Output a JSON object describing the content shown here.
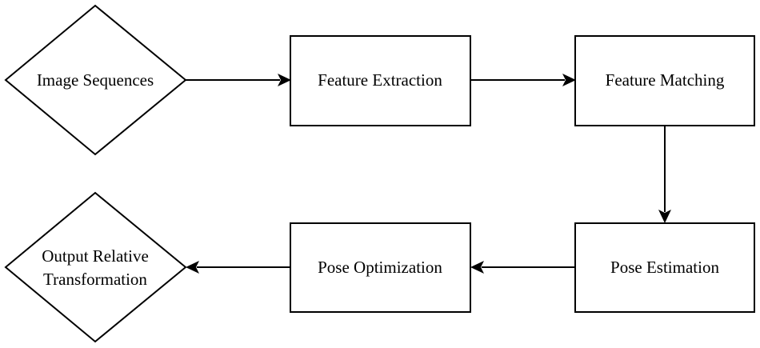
{
  "diagram": {
    "nodes": {
      "image_sequences": {
        "shape": "diamond",
        "label_lines": [
          "Image Sequences"
        ]
      },
      "feature_extraction": {
        "shape": "rectangle",
        "label_lines": [
          "Feature Extraction"
        ]
      },
      "feature_matching": {
        "shape": "rectangle",
        "label_lines": [
          "Feature Matching"
        ]
      },
      "pose_estimation": {
        "shape": "rectangle",
        "label_lines": [
          "Pose Estimation"
        ]
      },
      "pose_optimization": {
        "shape": "rectangle",
        "label_lines": [
          "Pose Optimization"
        ]
      },
      "output_relative_transformation": {
        "shape": "diamond",
        "label_lines": [
          "Output Relative",
          "Transformation"
        ]
      }
    },
    "edges": [
      {
        "from": "image_sequences",
        "to": "feature_extraction"
      },
      {
        "from": "feature_extraction",
        "to": "feature_matching"
      },
      {
        "from": "feature_matching",
        "to": "pose_estimation"
      },
      {
        "from": "pose_estimation",
        "to": "pose_optimization"
      },
      {
        "from": "pose_optimization",
        "to": "output_relative_transformation"
      }
    ],
    "colors": {
      "stroke": "#000000",
      "fill": "#ffffff",
      "text": "#000000"
    }
  }
}
